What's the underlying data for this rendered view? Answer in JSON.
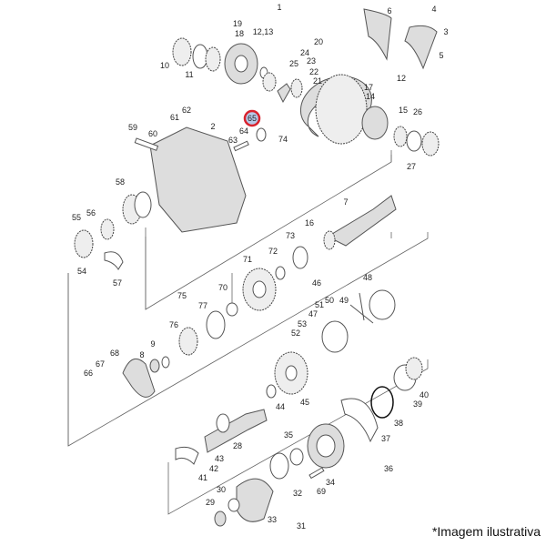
{
  "diagram": {
    "labels": [
      "1",
      "19",
      "18",
      "12,13",
      "20",
      "24",
      "23",
      "25",
      "22",
      "21",
      "10",
      "11",
      "6",
      "4",
      "3",
      "5",
      "17",
      "12",
      "14",
      "15",
      "26",
      "27",
      "65",
      "64",
      "63",
      "74",
      "62",
      "61",
      "2",
      "60",
      "59",
      "58",
      "7",
      "16",
      "56",
      "55",
      "54",
      "57",
      "73",
      "72",
      "71",
      "70",
      "75",
      "77",
      "76",
      "48",
      "46",
      "50",
      "49",
      "51",
      "47",
      "53",
      "52",
      "68",
      "67",
      "66",
      "8",
      "9",
      "45",
      "44",
      "40",
      "39",
      "38",
      "37",
      "36",
      "28",
      "43",
      "42",
      "41",
      "35",
      "34",
      "69",
      "32",
      "31",
      "33",
      "30",
      "29"
    ],
    "highlighted_label": "65",
    "highlight_color": "#d9232e",
    "highlight_fill": "#b7c9e8"
  },
  "footer": {
    "note": "*Imagem ilustrativa"
  }
}
